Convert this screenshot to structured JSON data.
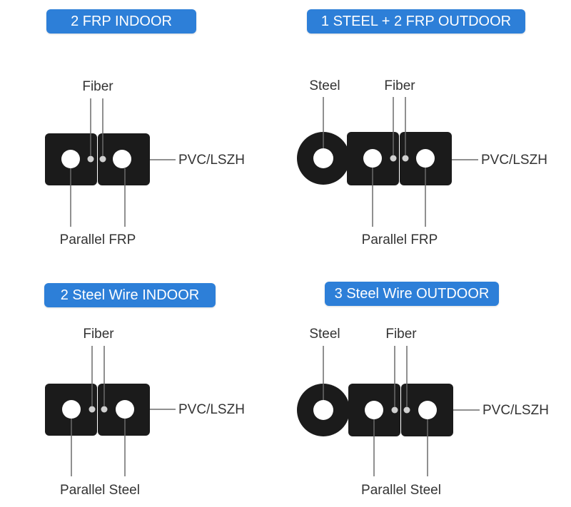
{
  "colors": {
    "badge": "#2d7fd8",
    "jacket": "#1b1b1b",
    "text": "#333333"
  },
  "panels": [
    {
      "badge": "2 FRP INDOOR",
      "labels": {
        "fiber": "Fiber",
        "jacket": "PVC/LSZH",
        "member": "Parallel FRP"
      }
    },
    {
      "badge": "1 STEEL + 2 FRP OUTDOOR",
      "labels": {
        "steel": "Steel",
        "fiber": "Fiber",
        "jacket": "PVC/LSZH",
        "member": "Parallel FRP"
      }
    },
    {
      "badge": "2 Steel Wire INDOOR",
      "labels": {
        "fiber": "Fiber",
        "jacket": "PVC/LSZH",
        "member": "Parallel Steel"
      }
    },
    {
      "badge": "3 Steel Wire OUTDOOR",
      "labels": {
        "steel": "Steel",
        "fiber": "Fiber",
        "jacket": "PVC/LSZH",
        "member": "Parallel Steel"
      }
    }
  ]
}
